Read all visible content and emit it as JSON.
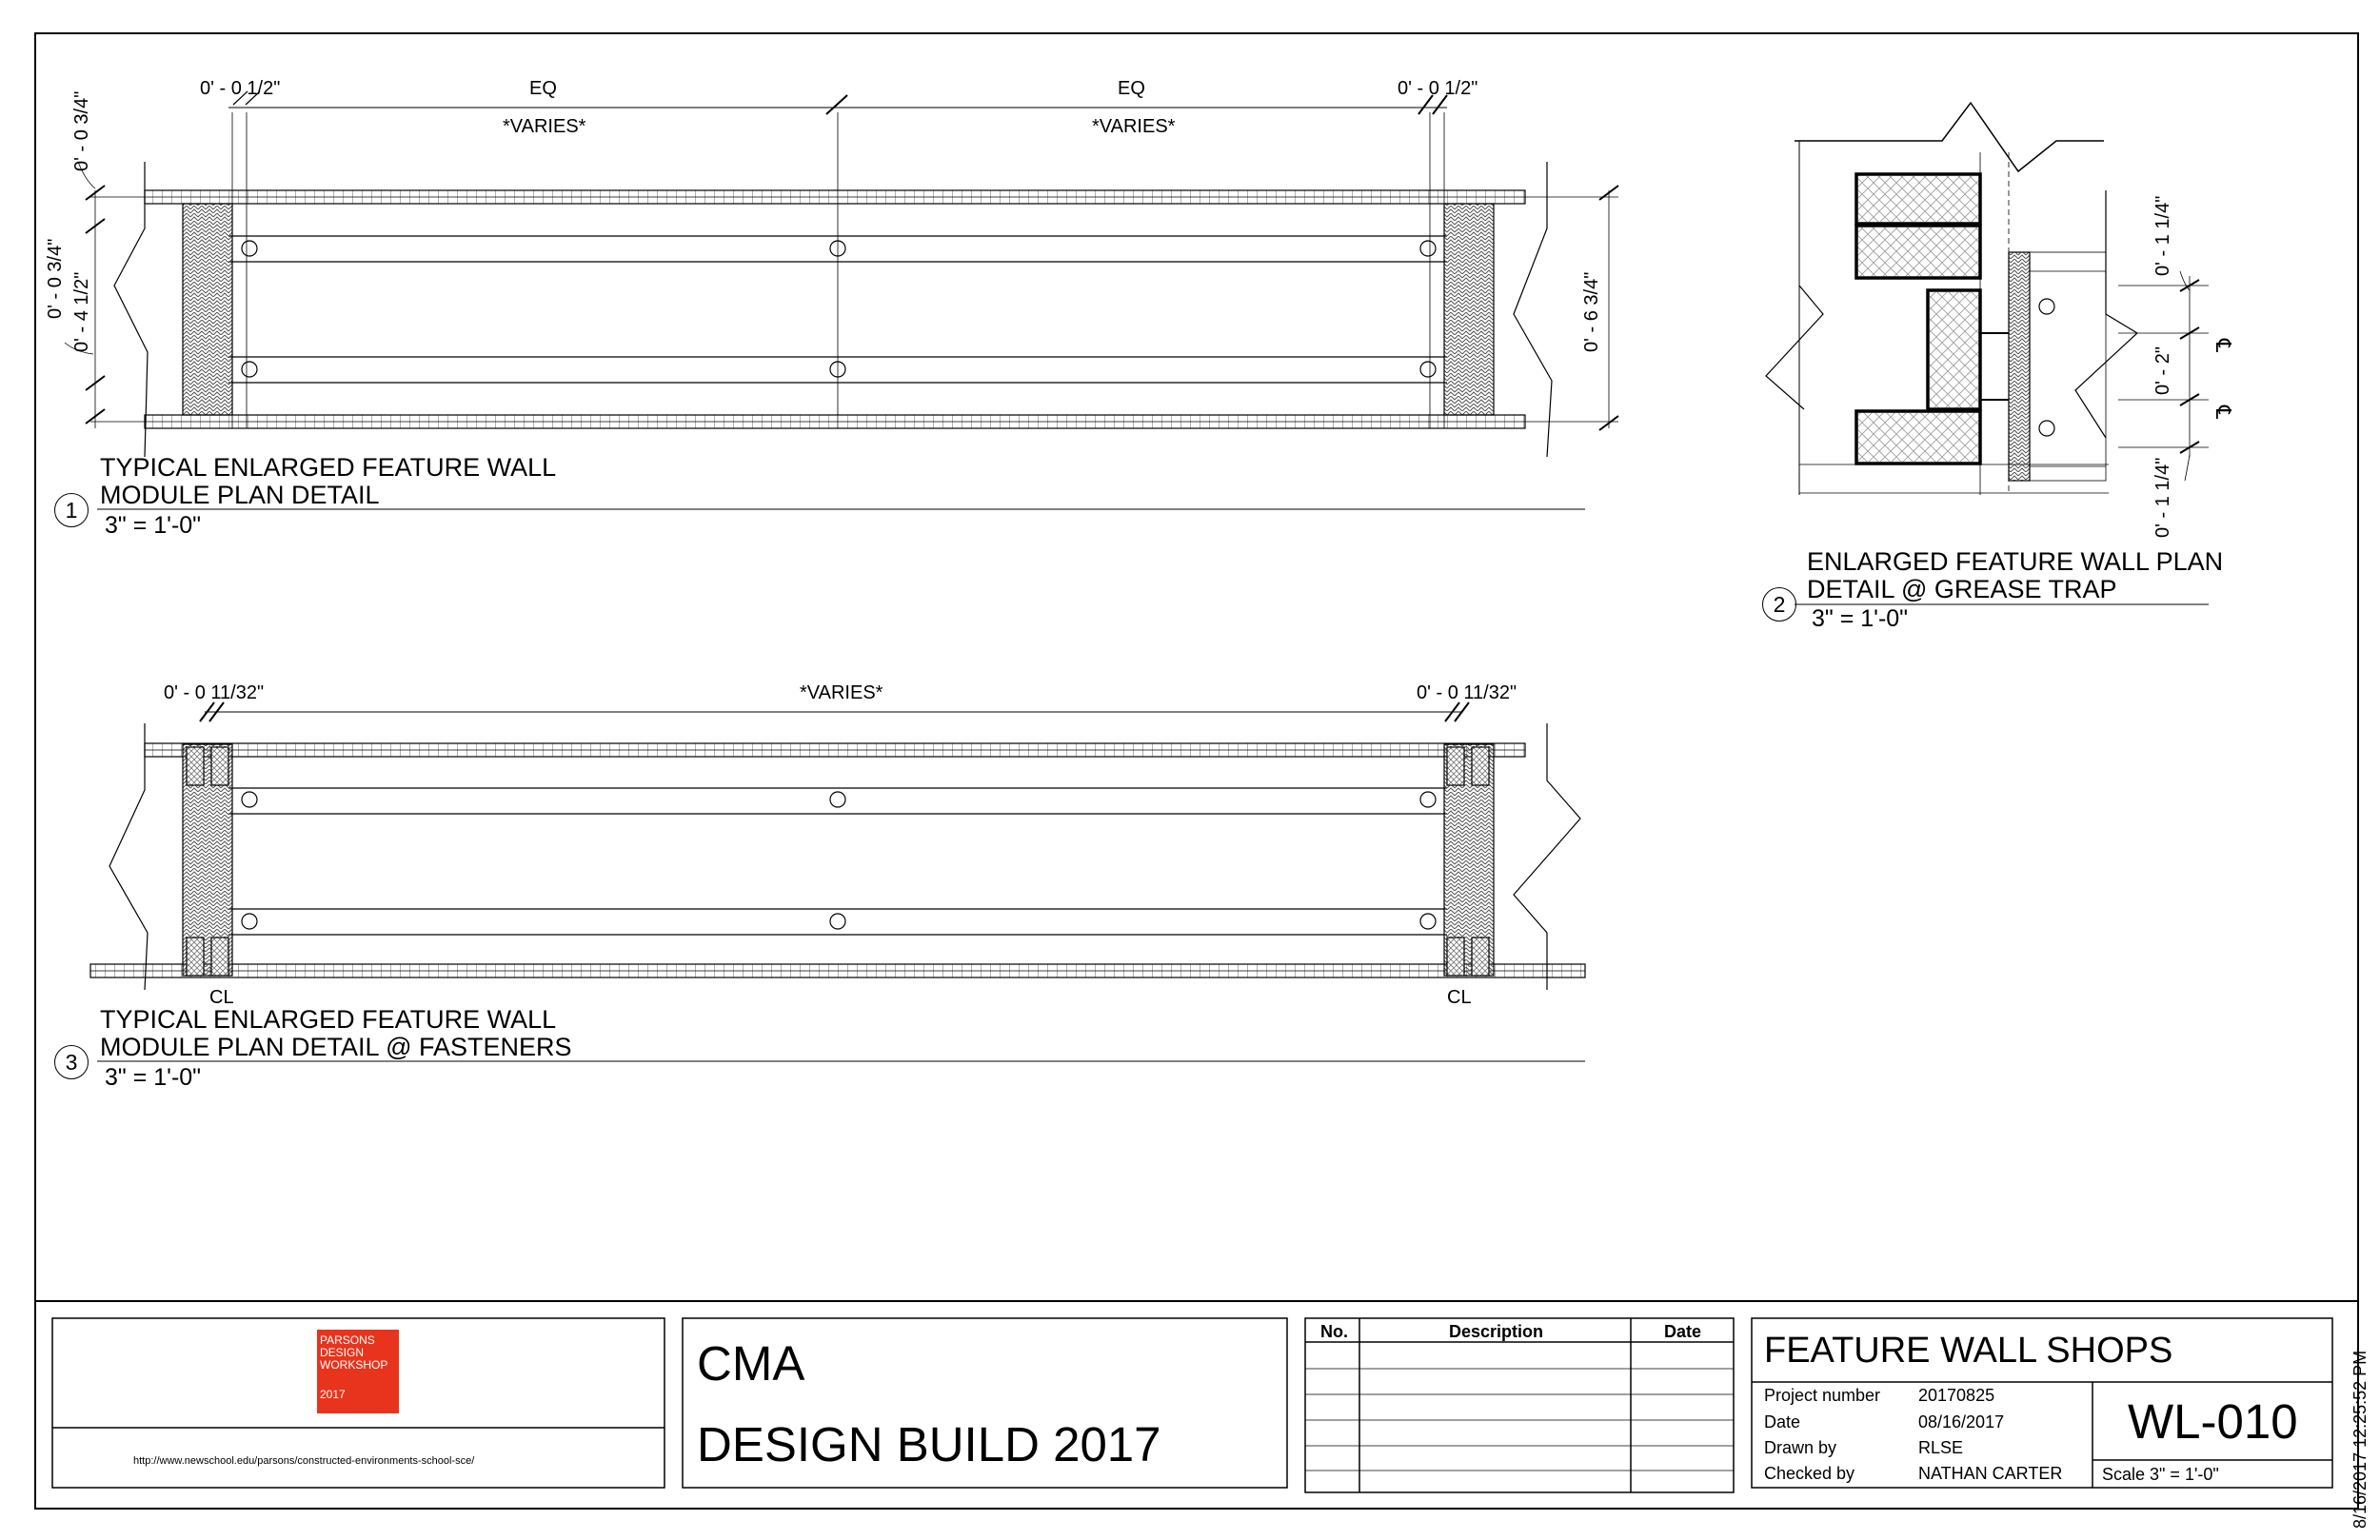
{
  "detail1": {
    "dim_left_half": "0' - 0 1/2\"",
    "eq_left": "EQ",
    "eq_right": "EQ",
    "varies_left": "*VARIES*",
    "varies_right": "*VARIES*",
    "dim_right_half": "0' - 0 1/2\"",
    "vdim_top": "0' - 0 3/4\"",
    "vdim_mid": "0' - 0 3/4\"",
    "vdim_inner": "0' - 4 1/2\"",
    "vdim_overall": "0' - 6 3/4\"",
    "number": "1",
    "title_line1": "TYPICAL ENLARGED FEATURE WALL",
    "title_line2": "MODULE PLAN DETAIL",
    "scale": "3\" = 1'-0\""
  },
  "detail2": {
    "vdim_top": "0' - 1 1/4\"",
    "vdim_mid": "0' - 2\"",
    "vdim_bottom": "0' - 1 1/4\"",
    "number": "2",
    "title_line1": "ENLARGED FEATURE WALL PLAN",
    "title_line2": "DETAIL @ GREASE TRAP",
    "scale": "3\" = 1'-0\""
  },
  "detail3": {
    "dim_left": "0' - 0 11/32\"",
    "varies": "*VARIES*",
    "dim_right": "0' - 0 11/32\"",
    "cl_left": "CL",
    "cl_right": "CL",
    "number": "3",
    "title_line1": "TYPICAL ENLARGED FEATURE WALL",
    "title_line2": "MODULE PLAN DETAIL @ FASTENERS",
    "scale": "3\" = 1'-0\""
  },
  "titleblock": {
    "logo_lines": [
      "PARSONS",
      "DESIGN",
      "WORKSHOP"
    ],
    "logo_year": "2017",
    "logo_color": "#e8341c",
    "url": "http://www.newschool.edu/parsons/constructed-environments-school-sce/",
    "client": "CMA",
    "project": "DESIGN BUILD 2017",
    "revision_headers": {
      "no": "No.",
      "description": "Description",
      "date": "Date"
    },
    "sheet_title": "FEATURE WALL SHOPS",
    "fields": [
      {
        "label": "Project number",
        "value": "20170825"
      },
      {
        "label": "Date",
        "value": "08/16/2017"
      },
      {
        "label": "Drawn by",
        "value": "RLSE"
      },
      {
        "label": "Checked by",
        "value": "NATHAN CARTER"
      }
    ],
    "sheet_number": "WL-010",
    "scale": "Scale  3\" = 1'-0\""
  },
  "timestamp": "8/16/2017 12:25:52 PM"
}
